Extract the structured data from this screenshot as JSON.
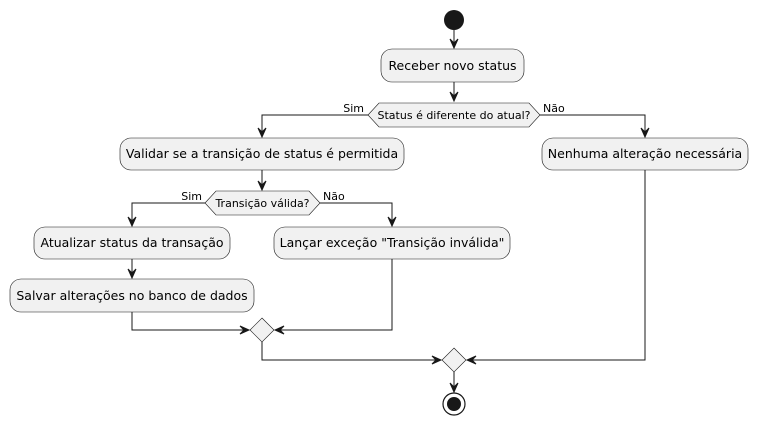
{
  "diagram": {
    "actions": {
      "receive": "Receber novo status",
      "validate": "Validar se a transição de status é permitida",
      "no_change": "Nenhuma alteração necessária",
      "update": "Atualizar status da transação",
      "throw": "Lançar exceção \"Transição inválida\"",
      "save": "Salvar alterações no banco de dados"
    },
    "decisions": {
      "status_differs": "Status é diferente do atual?",
      "valid_transition": "Transição válida?"
    },
    "branches": {
      "yes": "Sim",
      "no": "Não"
    }
  }
}
